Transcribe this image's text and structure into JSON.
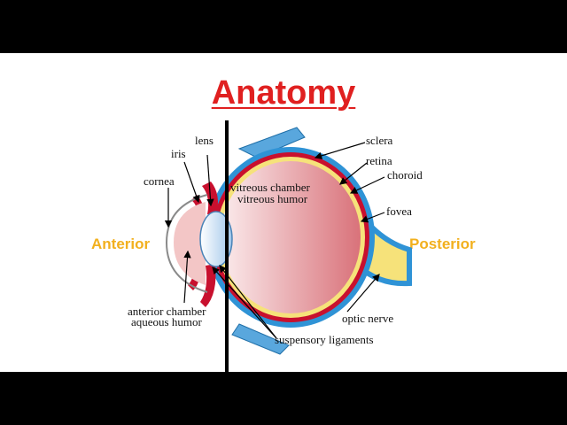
{
  "title": "Anatomy",
  "sides": {
    "anterior": "Anterior",
    "posterior": "Posterior"
  },
  "labels": {
    "lens": "lens",
    "iris": "iris",
    "cornea": "cornea",
    "sclera": "sclera",
    "retina": "retina",
    "choroid": "choroid",
    "fovea": "fovea",
    "vitreous_chamber": "vitreous chamber",
    "vitreous_humor": "vitreous humor",
    "anterior_chamber": "anterior chamber",
    "aqueous_humor": "aqueous humor",
    "optic_nerve": "optic nerve",
    "suspensory_ligaments": "suspensory ligaments"
  },
  "colors": {
    "title": "#e02020",
    "side_labels": "#f2b01e",
    "sclera": "#2f93d6",
    "retina": "#f6e27a",
    "choroid": "#c8102e",
    "vitreous": "#d9727a"
  }
}
